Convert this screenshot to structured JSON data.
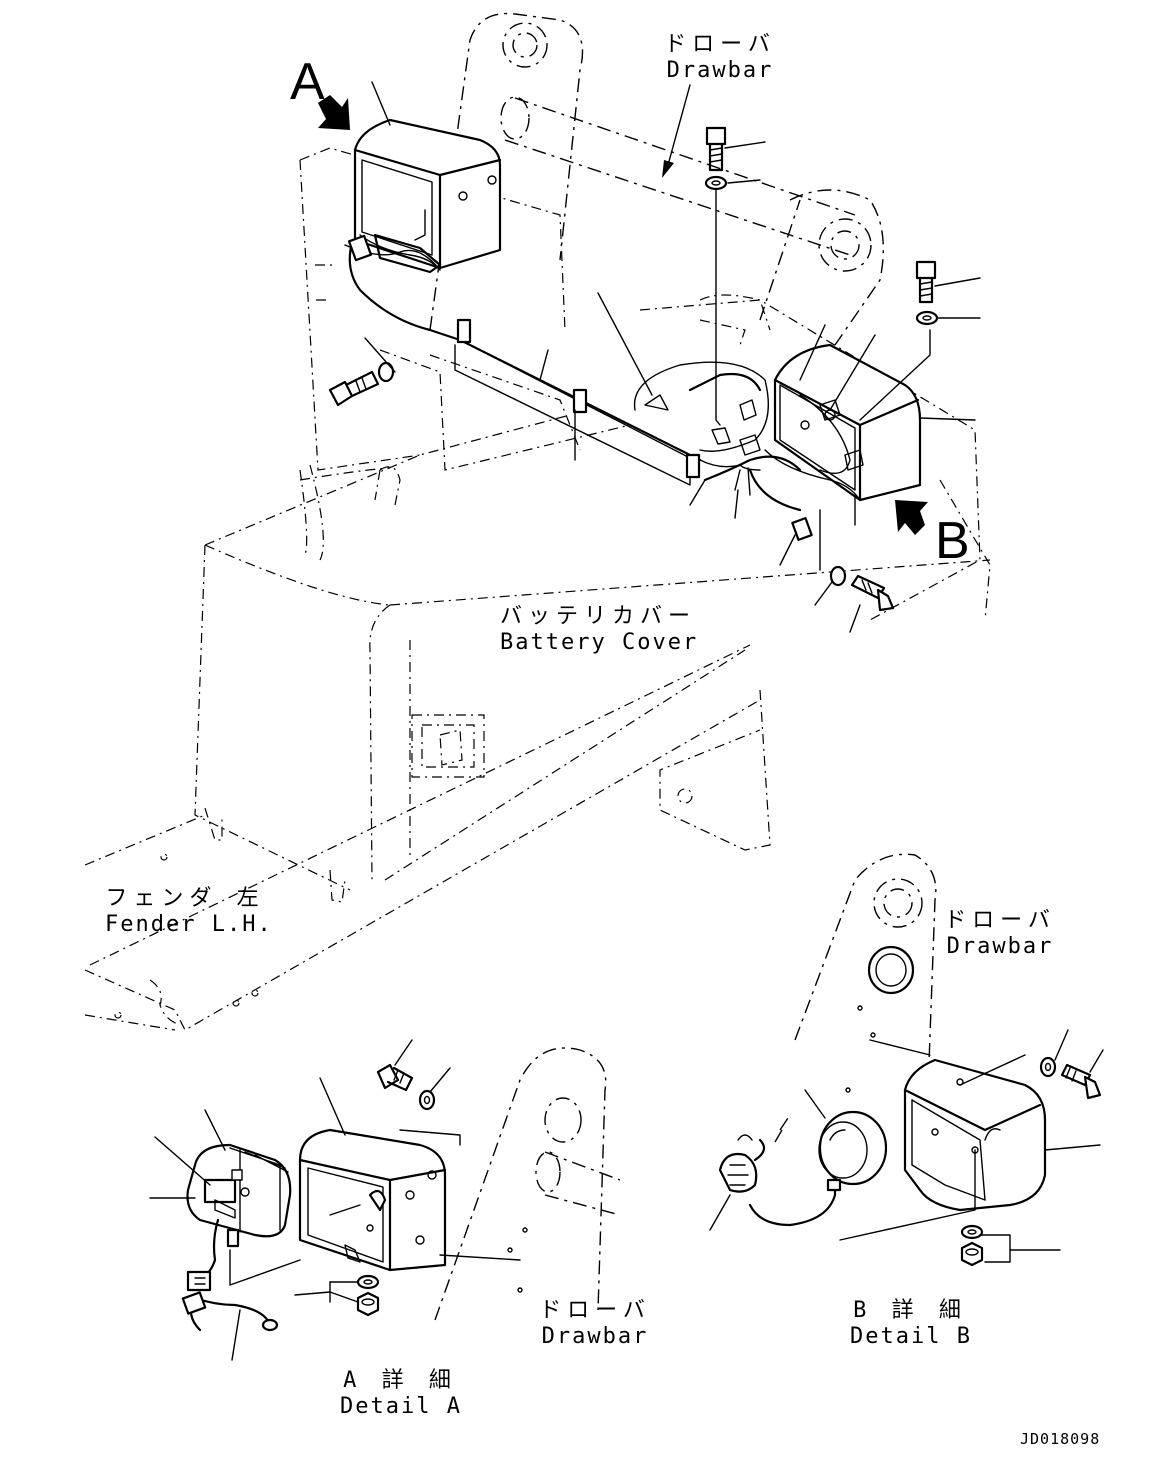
{
  "callouts": {
    "view_a": "A",
    "view_b": "B"
  },
  "labels": {
    "drawbar_top": {
      "jp": "ドローバ",
      "en": "Drawbar"
    },
    "battery_cover": {
      "jp": "バッテリカバー",
      "en": "Battery Cover"
    },
    "fender_lh": {
      "jp": "フェンダ 左",
      "en": "Fender L.H."
    },
    "drawbar_right": {
      "jp": "ドローバ",
      "en": "Drawbar"
    },
    "drawbar_detail_a": {
      "jp": "ドローバ",
      "en": "Drawbar"
    },
    "detail_a": {
      "jp": "A 詳 細",
      "en": "Detail A"
    },
    "detail_b": {
      "jp": "B 詳 細",
      "en": "Detail B"
    }
  },
  "drawing_code": "JD018098"
}
